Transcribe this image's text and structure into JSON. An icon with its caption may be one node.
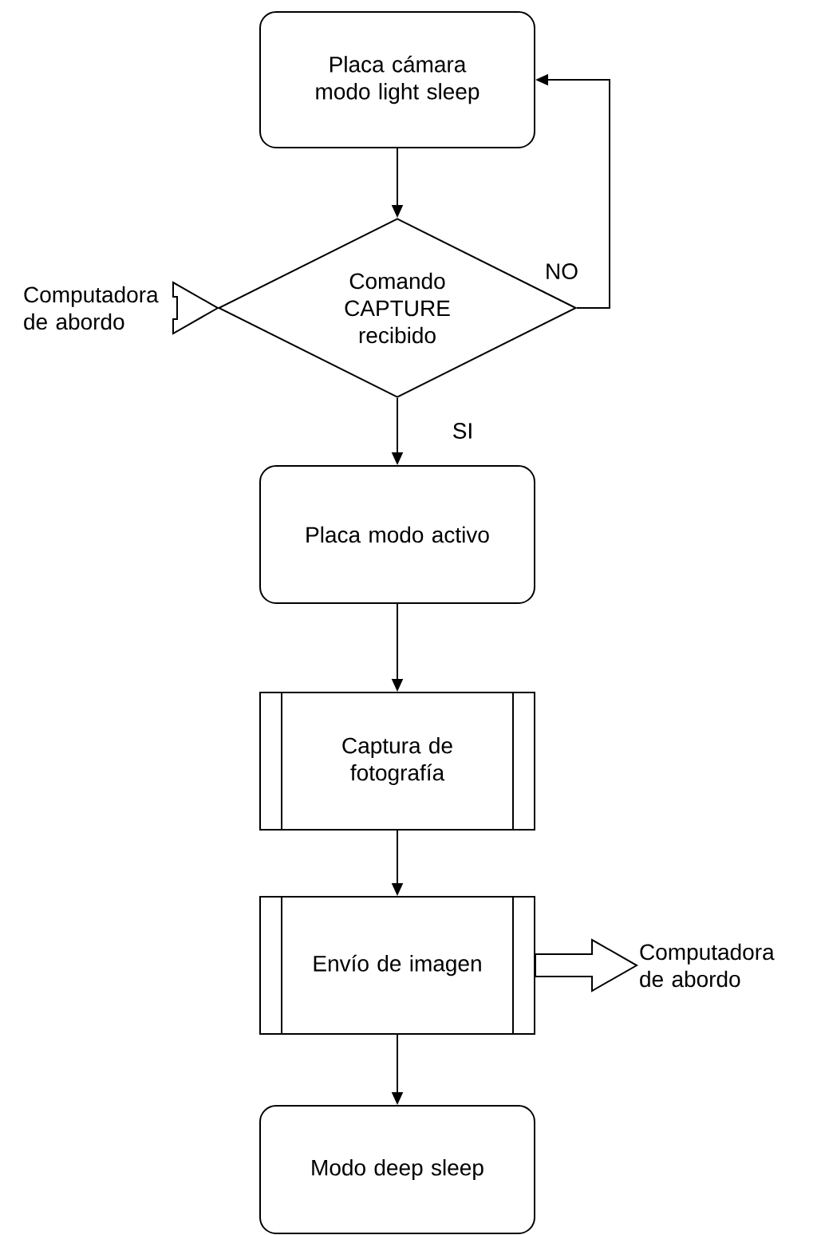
{
  "diagram": {
    "nodes": [
      {
        "text": [
          "Placa cámara modo light sleep"
        ]
      },
      {
        "text": [
          "Comando CAPTURE recibido"
        ]
      },
      {
        "text": [
          "Computadora de abordo"
        ]
      },
      {
        "text": [
          "Placa modo activo"
        ]
      },
      {
        "text": [
          "Captura de fotografía"
        ]
      },
      {
        "text": [
          "Envío de imagen"
        ]
      },
      {
        "text": [
          "Computadora de abordo"
        ]
      },
      {
        "text": [
          "Modo deep sleep"
        ]
      }
    ],
    "edges": [
      {
        "from": 0,
        "to": 1,
        "arrow": "to"
      },
      {
        "from": 1,
        "to": 0,
        "arrow": "to",
        "label": "NO"
      },
      {
        "from": 2,
        "to": 1,
        "arrow": "to",
        "style": "thick"
      },
      {
        "from": 1,
        "to": 3,
        "arrow": "to",
        "label": "SI"
      },
      {
        "from": 3,
        "to": 4,
        "arrow": "to"
      },
      {
        "from": 4,
        "to": 5,
        "arrow": "to"
      },
      {
        "from": 5,
        "to": 6,
        "arrow": "to",
        "style": "thick"
      },
      {
        "from": 5,
        "to": 7,
        "arrow": "to"
      }
    ]
  }
}
